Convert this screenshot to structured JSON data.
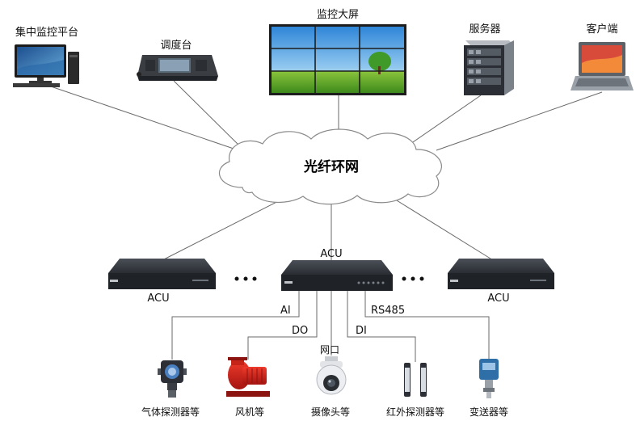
{
  "top_nodes": [
    {
      "label": "集中监控平台",
      "icon": "desktop-computer-icon"
    },
    {
      "label": "调度台",
      "icon": "dispatch-console-icon"
    },
    {
      "label": "监控大屏",
      "icon": "video-wall-icon"
    },
    {
      "label": "服务器",
      "icon": "server-icon"
    },
    {
      "label": "客户端",
      "icon": "laptop-icon"
    }
  ],
  "network": {
    "label": "光纤环网"
  },
  "acu_units": [
    {
      "label": "ACU"
    },
    {
      "label": "ACU"
    },
    {
      "label": "ACU"
    }
  ],
  "ports": {
    "ai": "AI",
    "do": "DO",
    "net": "网口",
    "di": "DI",
    "rs485": "RS485"
  },
  "devices": [
    {
      "label": "气体探测器等",
      "icon": "gas-detector-icon"
    },
    {
      "label": "风机等",
      "icon": "fan-pump-icon"
    },
    {
      "label": "摄像头等",
      "icon": "dome-camera-icon"
    },
    {
      "label": "红外探测器等",
      "icon": "infrared-detector-icon"
    },
    {
      "label": "变送器等",
      "icon": "transmitter-icon"
    }
  ],
  "colors": {
    "line": "#6a6a6a",
    "cloud_stroke": "#8a8a8a",
    "device_body": "#2c3036"
  }
}
